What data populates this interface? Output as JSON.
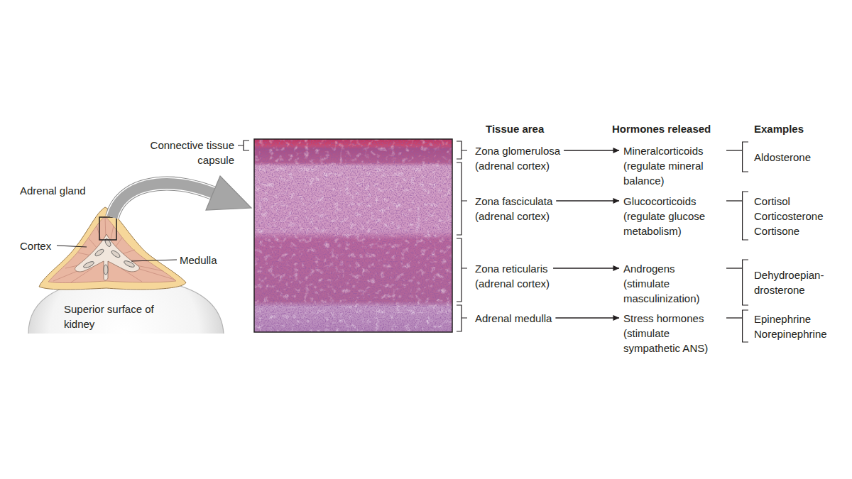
{
  "diagram": {
    "nodes": [
      {
        "text": [
          "Zona glomerulosa",
          "(adrenal cortex)"
        ]
      },
      {
        "text": [
          "Mineralcorticoids",
          "(regulate mineral balance)"
        ]
      },
      {
        "text": [
          "Aldosterone"
        ]
      },
      {
        "text": [
          "Zona fasciculata",
          "(adrenal cortex)"
        ]
      },
      {
        "text": [
          "Glucocorticoids",
          "(regulate glucose metabolism)"
        ]
      },
      {
        "text": [
          "Cortisol",
          "Corticosterone",
          "Cortisone"
        ]
      },
      {
        "text": [
          "Zona reticularis",
          "(adrenal cortex)"
        ]
      },
      {
        "text": [
          "Androgens",
          "(stimulate masculinization)"
        ]
      },
      {
        "text": [
          "Dehydroepian- drosterone"
        ]
      },
      {
        "text": [
          "Adrenal medulla"
        ]
      },
      {
        "text": [
          "Stress hormones",
          "(stimulate sympathetic ANS)"
        ]
      },
      {
        "text": [
          "Epinephrine",
          "Norepinephrine"
        ]
      }
    ],
    "edges": [
      {
        "from": 0,
        "to": 1,
        "arrow": "to"
      },
      {
        "from": 1,
        "to": 2,
        "arrow": "none"
      },
      {
        "from": 3,
        "to": 4,
        "arrow": "to"
      },
      {
        "from": 4,
        "to": 5,
        "arrow": "none"
      },
      {
        "from": 6,
        "to": 7,
        "arrow": "to"
      },
      {
        "from": 7,
        "to": 8,
        "arrow": "none"
      },
      {
        "from": 9,
        "to": 10,
        "arrow": "to"
      },
      {
        "from": 10,
        "to": 11,
        "arrow": "none"
      }
    ],
    "labels": [
      "Adrenal gland",
      "Cortex",
      "Medulla",
      "Superior surface of kidney",
      "Connective tissue capsule",
      "Tissue area",
      "Hormones released",
      "Examples"
    ]
  }
}
